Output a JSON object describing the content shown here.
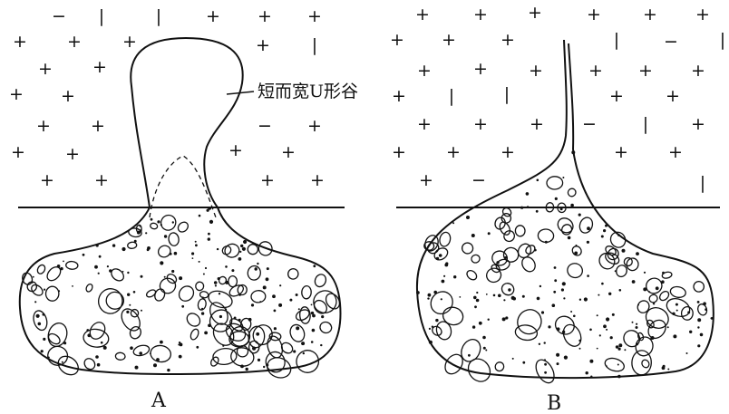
{
  "panel_a": {
    "label": "A",
    "callout_text": "短而宽U形谷"
  },
  "panel_b": {
    "label": "B"
  },
  "legend_symbols": {
    "plus": "+",
    "minus": "−",
    "bar": "|"
  }
}
